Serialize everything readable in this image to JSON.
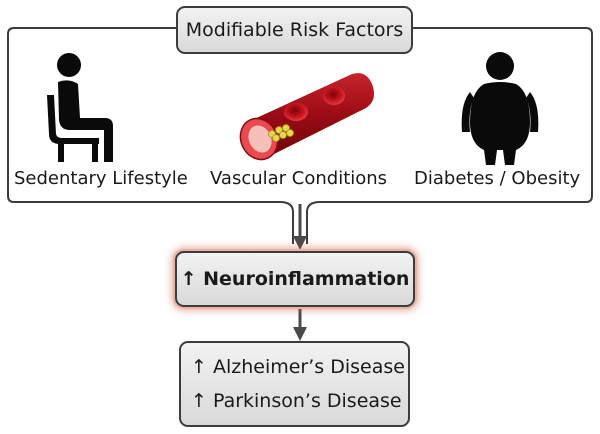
{
  "title": "Modifiable Risk Factors",
  "factors": [
    {
      "label": "Sedentary Lifestyle",
      "icon": "sitting-person-icon"
    },
    {
      "label": "Vascular Conditions",
      "icon": "blood-vessel-icon"
    },
    {
      "label": "Diabetes / Obesity",
      "icon": "obese-person-icon"
    }
  ],
  "middle": "↑ Neuroinflammation",
  "outcomes": [
    "↑ Alzheimer’s Disease",
    "↑ Parkinson’s Disease"
  ],
  "colors": {
    "border": "#3c3c3c",
    "box_fill": "#e6e6e6",
    "glow": "#c85a3c",
    "vessel": "#b3111b",
    "plaque": "#e5d84a"
  }
}
